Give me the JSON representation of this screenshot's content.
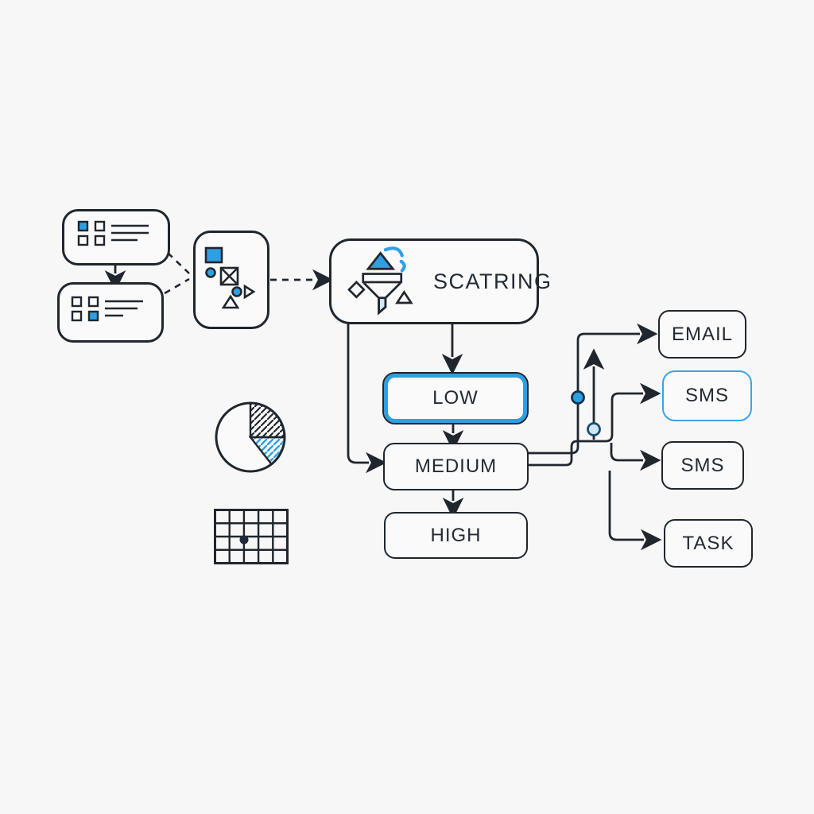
{
  "palette": {
    "background": "#f7f7f7",
    "ink": "#20262e",
    "accent_blue": "#2f9fe3",
    "accent_blue_light": "#cfe8f8"
  },
  "flow": {
    "scoring_label": "SCATRING",
    "levels": [
      {
        "label": "LOW",
        "highlighted": true
      },
      {
        "label": "MEDIUM",
        "highlighted": false
      },
      {
        "label": "HIGH",
        "highlighted": false
      }
    ],
    "actions": [
      {
        "label": "EMAIL",
        "highlighted": false
      },
      {
        "label": "SMS",
        "highlighted": true
      },
      {
        "label": "SMS",
        "highlighted": false
      },
      {
        "label": "TASK",
        "highlighted": false
      }
    ]
  },
  "icons": {
    "source_card_top": "list-card-icon",
    "source_card_bottom": "list-card-icon",
    "scatter_shapes": "scatter-shapes-icon",
    "funnel": "funnel-icon",
    "pie": "pie-chart-icon",
    "grid": "grid-dot-icon",
    "dot_solid": "solid-blue-dot",
    "dot_light": "light-blue-dot"
  }
}
